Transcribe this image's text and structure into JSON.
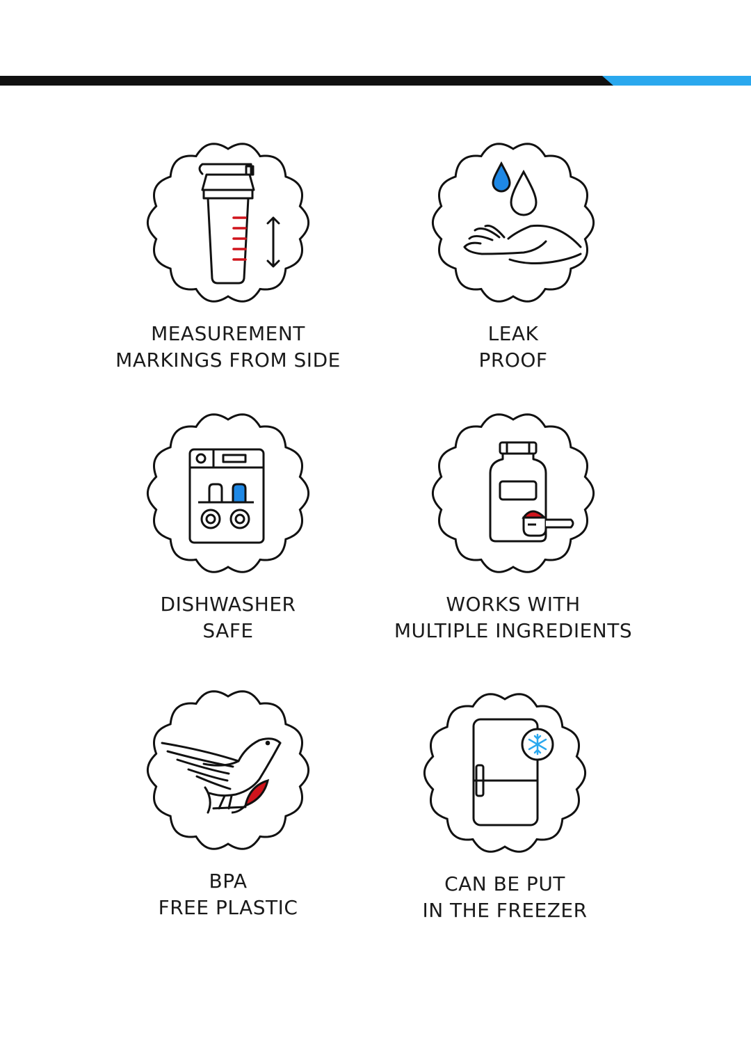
{
  "colors": {
    "line": "#111111",
    "accent_blue": "#2aa8ee",
    "marking_red": "#d0141c",
    "drop_blue": "#1e88e5"
  },
  "features": [
    {
      "icon": "shaker-bottle-icon",
      "lines": [
        "MEASUREMENT",
        "MARKINGS FROM SIDE"
      ]
    },
    {
      "icon": "water-drop-hand-icon",
      "lines": [
        "LEAK",
        "PROOF"
      ]
    },
    {
      "icon": "dishwasher-icon",
      "lines": [
        "DISHWASHER",
        "SAFE"
      ]
    },
    {
      "icon": "supplement-jar-scoop-icon",
      "lines": [
        "WORKS WITH",
        "MULTIPLE INGREDIENTS"
      ]
    },
    {
      "icon": "bird-icon",
      "lines": [
        "BPA",
        "FREE PLASTIC"
      ]
    },
    {
      "icon": "freezer-icon",
      "lines": [
        "CAN BE PUT",
        "IN THE FREEZER"
      ]
    }
  ]
}
